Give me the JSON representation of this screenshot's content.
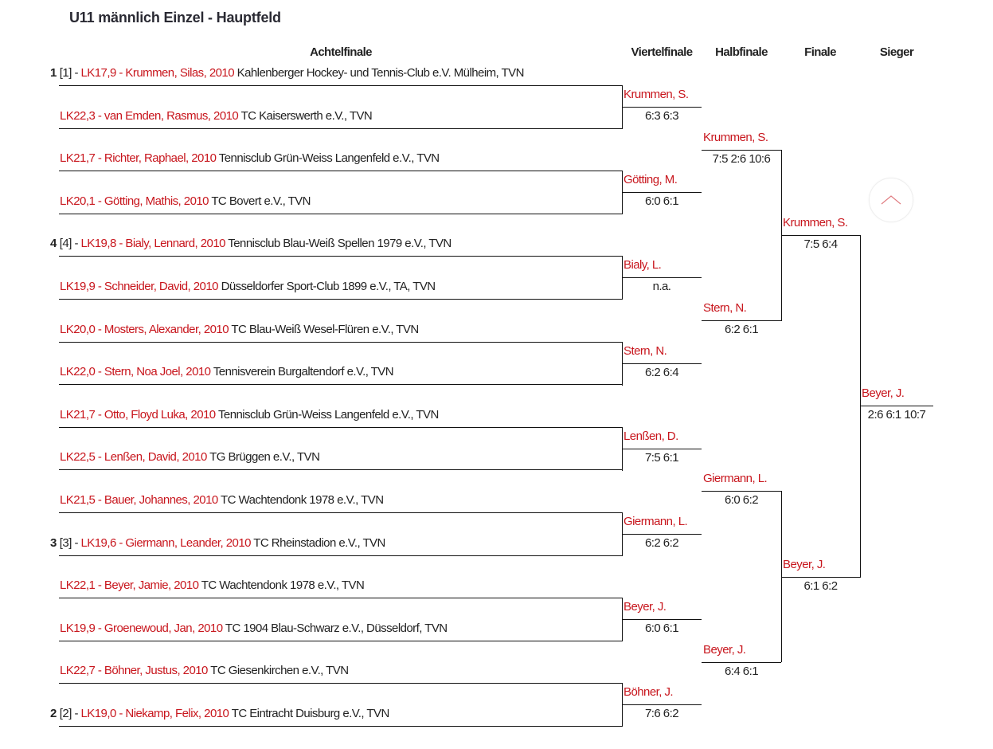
{
  "title": "U11 männlich Einzel - Hauptfeld",
  "headers": {
    "r16": "Achtelfinale",
    "qf": "Viertelfinale",
    "sf": "Halbfinale",
    "final": "Finale",
    "winner": "Sieger"
  },
  "r16": [
    {
      "seed": "1",
      "seed_bracket": "[1]",
      "player": "LK17,9 - Krummen, Silas, 2010",
      "club": "Kahlenberger Hockey- und Tennis-Club e.V. Mülheim, TVN"
    },
    {
      "seed": "",
      "seed_bracket": "",
      "player": "LK22,3 - van Emden, Rasmus, 2010",
      "club": "TC Kaiserswerth e.V., TVN"
    },
    {
      "seed": "",
      "seed_bracket": "",
      "player": "LK21,7 - Richter, Raphael, 2010",
      "club": "Tennisclub Grün-Weiss Langenfeld e.V., TVN"
    },
    {
      "seed": "",
      "seed_bracket": "",
      "player": "LK20,1 - Götting, Mathis, 2010",
      "club": "TC Bovert e.V., TVN"
    },
    {
      "seed": "4",
      "seed_bracket": "[4]",
      "player": "LK19,8 - Bialy, Lennard, 2010",
      "club": "Tennisclub Blau-Weiß Spellen 1979 e.V., TVN"
    },
    {
      "seed": "",
      "seed_bracket": "",
      "player": "LK19,9 - Schneider, David, 2010",
      "club": "Düsseldorfer Sport-Club 1899 e.V., TA, TVN"
    },
    {
      "seed": "",
      "seed_bracket": "",
      "player": "LK20,0 - Mosters, Alexander, 2010",
      "club": "TC Blau-Weiß Wesel-Flüren e.V., TVN"
    },
    {
      "seed": "",
      "seed_bracket": "",
      "player": "LK22,0 - Stern, Noa Joel, 2010",
      "club": "Tennisverein Burgaltendorf e.V., TVN"
    },
    {
      "seed": "",
      "seed_bracket": "",
      "player": "LK21,7 - Otto, Floyd Luka, 2010",
      "club": "Tennisclub Grün-Weiss Langenfeld e.V., TVN"
    },
    {
      "seed": "",
      "seed_bracket": "",
      "player": "LK22,5 - Lenßen, David, 2010",
      "club": "TG Brüggen e.V., TVN"
    },
    {
      "seed": "",
      "seed_bracket": "",
      "player": "LK21,5 - Bauer, Johannes, 2010",
      "club": "TC Wachtendonk 1978 e.V., TVN"
    },
    {
      "seed": "3",
      "seed_bracket": "[3]",
      "player": "LK19,6 - Giermann, Leander, 2010",
      "club": "TC Rheinstadion e.V., TVN"
    },
    {
      "seed": "",
      "seed_bracket": "",
      "player": "LK22,1 - Beyer, Jamie, 2010",
      "club": "TC Wachtendonk 1978 e.V., TVN"
    },
    {
      "seed": "",
      "seed_bracket": "",
      "player": "LK19,9 - Groenewoud, Jan, 2010",
      "club": "TC 1904 Blau-Schwarz e.V., Düsseldorf, TVN"
    },
    {
      "seed": "",
      "seed_bracket": "",
      "player": "LK22,7 - Böhner, Justus, 2010",
      "club": "TC Giesenkirchen e.V., TVN"
    },
    {
      "seed": "2",
      "seed_bracket": "[2]",
      "player": "LK19,0 - Niekamp, Felix, 2010",
      "club": "TC Eintracht Duisburg e.V., TVN"
    }
  ],
  "qf": [
    {
      "winner": "Krummen, S.",
      "score": "6:3 6:3"
    },
    {
      "winner": "Götting, M.",
      "score": "6:0 6:1"
    },
    {
      "winner": "Bialy, L.",
      "score": "n.a."
    },
    {
      "winner": "Stern, N.",
      "score": "6:2 6:4"
    },
    {
      "winner": "Lenßen, D.",
      "score": "7:5 6:1"
    },
    {
      "winner": "Giermann, L.",
      "score": "6:2 6:2"
    },
    {
      "winner": "Beyer, J.",
      "score": "6:0 6:1"
    },
    {
      "winner": "Böhner, J.",
      "score": "7:6 6:2"
    }
  ],
  "sf": [
    {
      "winner": "Krummen, S.",
      "score": "7:5 2:6 10:6"
    },
    {
      "winner": "Stern, N.",
      "score": "6:2 6:1"
    },
    {
      "winner": "Giermann, L.",
      "score": "6:0 6:2"
    },
    {
      "winner": "Beyer, J.",
      "score": "6:4 6:1"
    }
  ],
  "final": [
    {
      "winner": "Krummen, S.",
      "score": "7:5 6:4"
    },
    {
      "winner": "Beyer, J.",
      "score": "6:1 6:2"
    }
  ],
  "champion": {
    "winner": "Beyer, J.",
    "score": "2:6 6:1 10:7"
  },
  "colors": {
    "accent": "#c8161d",
    "text": "#222222"
  },
  "scroll_top_icon": "chevron-up-icon"
}
